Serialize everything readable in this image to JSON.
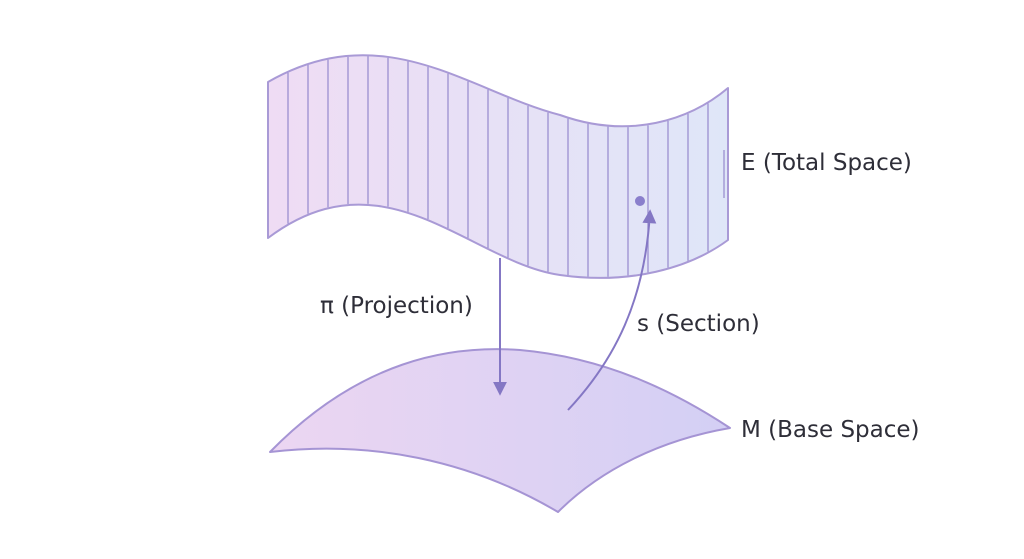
{
  "labels": {
    "total_space": "E (Total Space)",
    "base_space": "M (Base Space)",
    "projection": "π (Projection)",
    "section": "s (Section)"
  },
  "colors": {
    "fiber_stroke": "#9b8fd0",
    "surface_gradient_start": "#efdcf4",
    "surface_gradient_end": "#dfe6f8",
    "base_gradient_start": "#e9d3f1",
    "base_gradient_end": "#d6d0f4",
    "arrow": "#8477c4",
    "text": "#2e2e38"
  }
}
